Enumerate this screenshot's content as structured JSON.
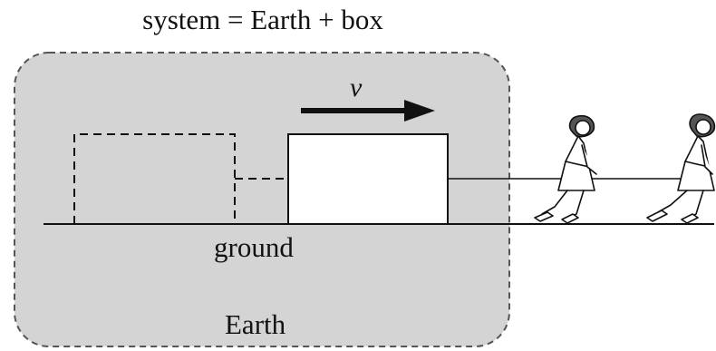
{
  "diagram": {
    "title": "system = Earth + box",
    "velocity_symbol": "v",
    "ground_label": "ground",
    "earth_label": "Earth"
  },
  "colors": {
    "system_fill": "#d4d4d4",
    "outline": "#111111",
    "box_fill": "#ffffff",
    "figure_fill": "#ffffff"
  },
  "icons": [
    "person-pulling-icon",
    "person-pulling-icon"
  ]
}
